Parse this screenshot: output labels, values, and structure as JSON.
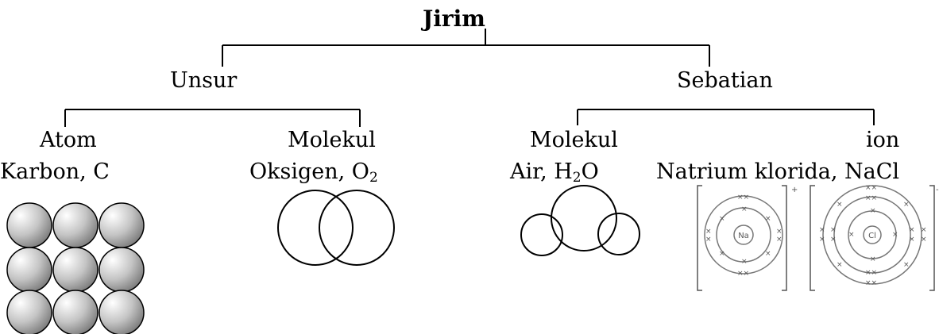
{
  "root": {
    "label": "Jirim"
  },
  "level1": {
    "left": {
      "label": "Unsur"
    },
    "right": {
      "label": "Sebatian"
    }
  },
  "level2": {
    "atom": {
      "label": "Atom",
      "example": "Karbon, C"
    },
    "molekul_unsur": {
      "label": "Molekul",
      "example_main": "Oksigen, O",
      "example_sub": "2"
    },
    "molekul_sebatian": {
      "label": "Molekul",
      "example_main": "Air, H",
      "example_sub": "2",
      "example_tail": "O"
    },
    "ion": {
      "label": "ion",
      "example": "Natrium klorida, NaCl"
    }
  },
  "ion_diagrams": {
    "na": {
      "nucleus": "Na",
      "charge": "+"
    },
    "cl": {
      "nucleus": "Cl",
      "charge": "-"
    }
  },
  "colors": {
    "line": "#000000",
    "sphere_light": "#ffffff",
    "sphere_dark": "#8c8c8c"
  }
}
